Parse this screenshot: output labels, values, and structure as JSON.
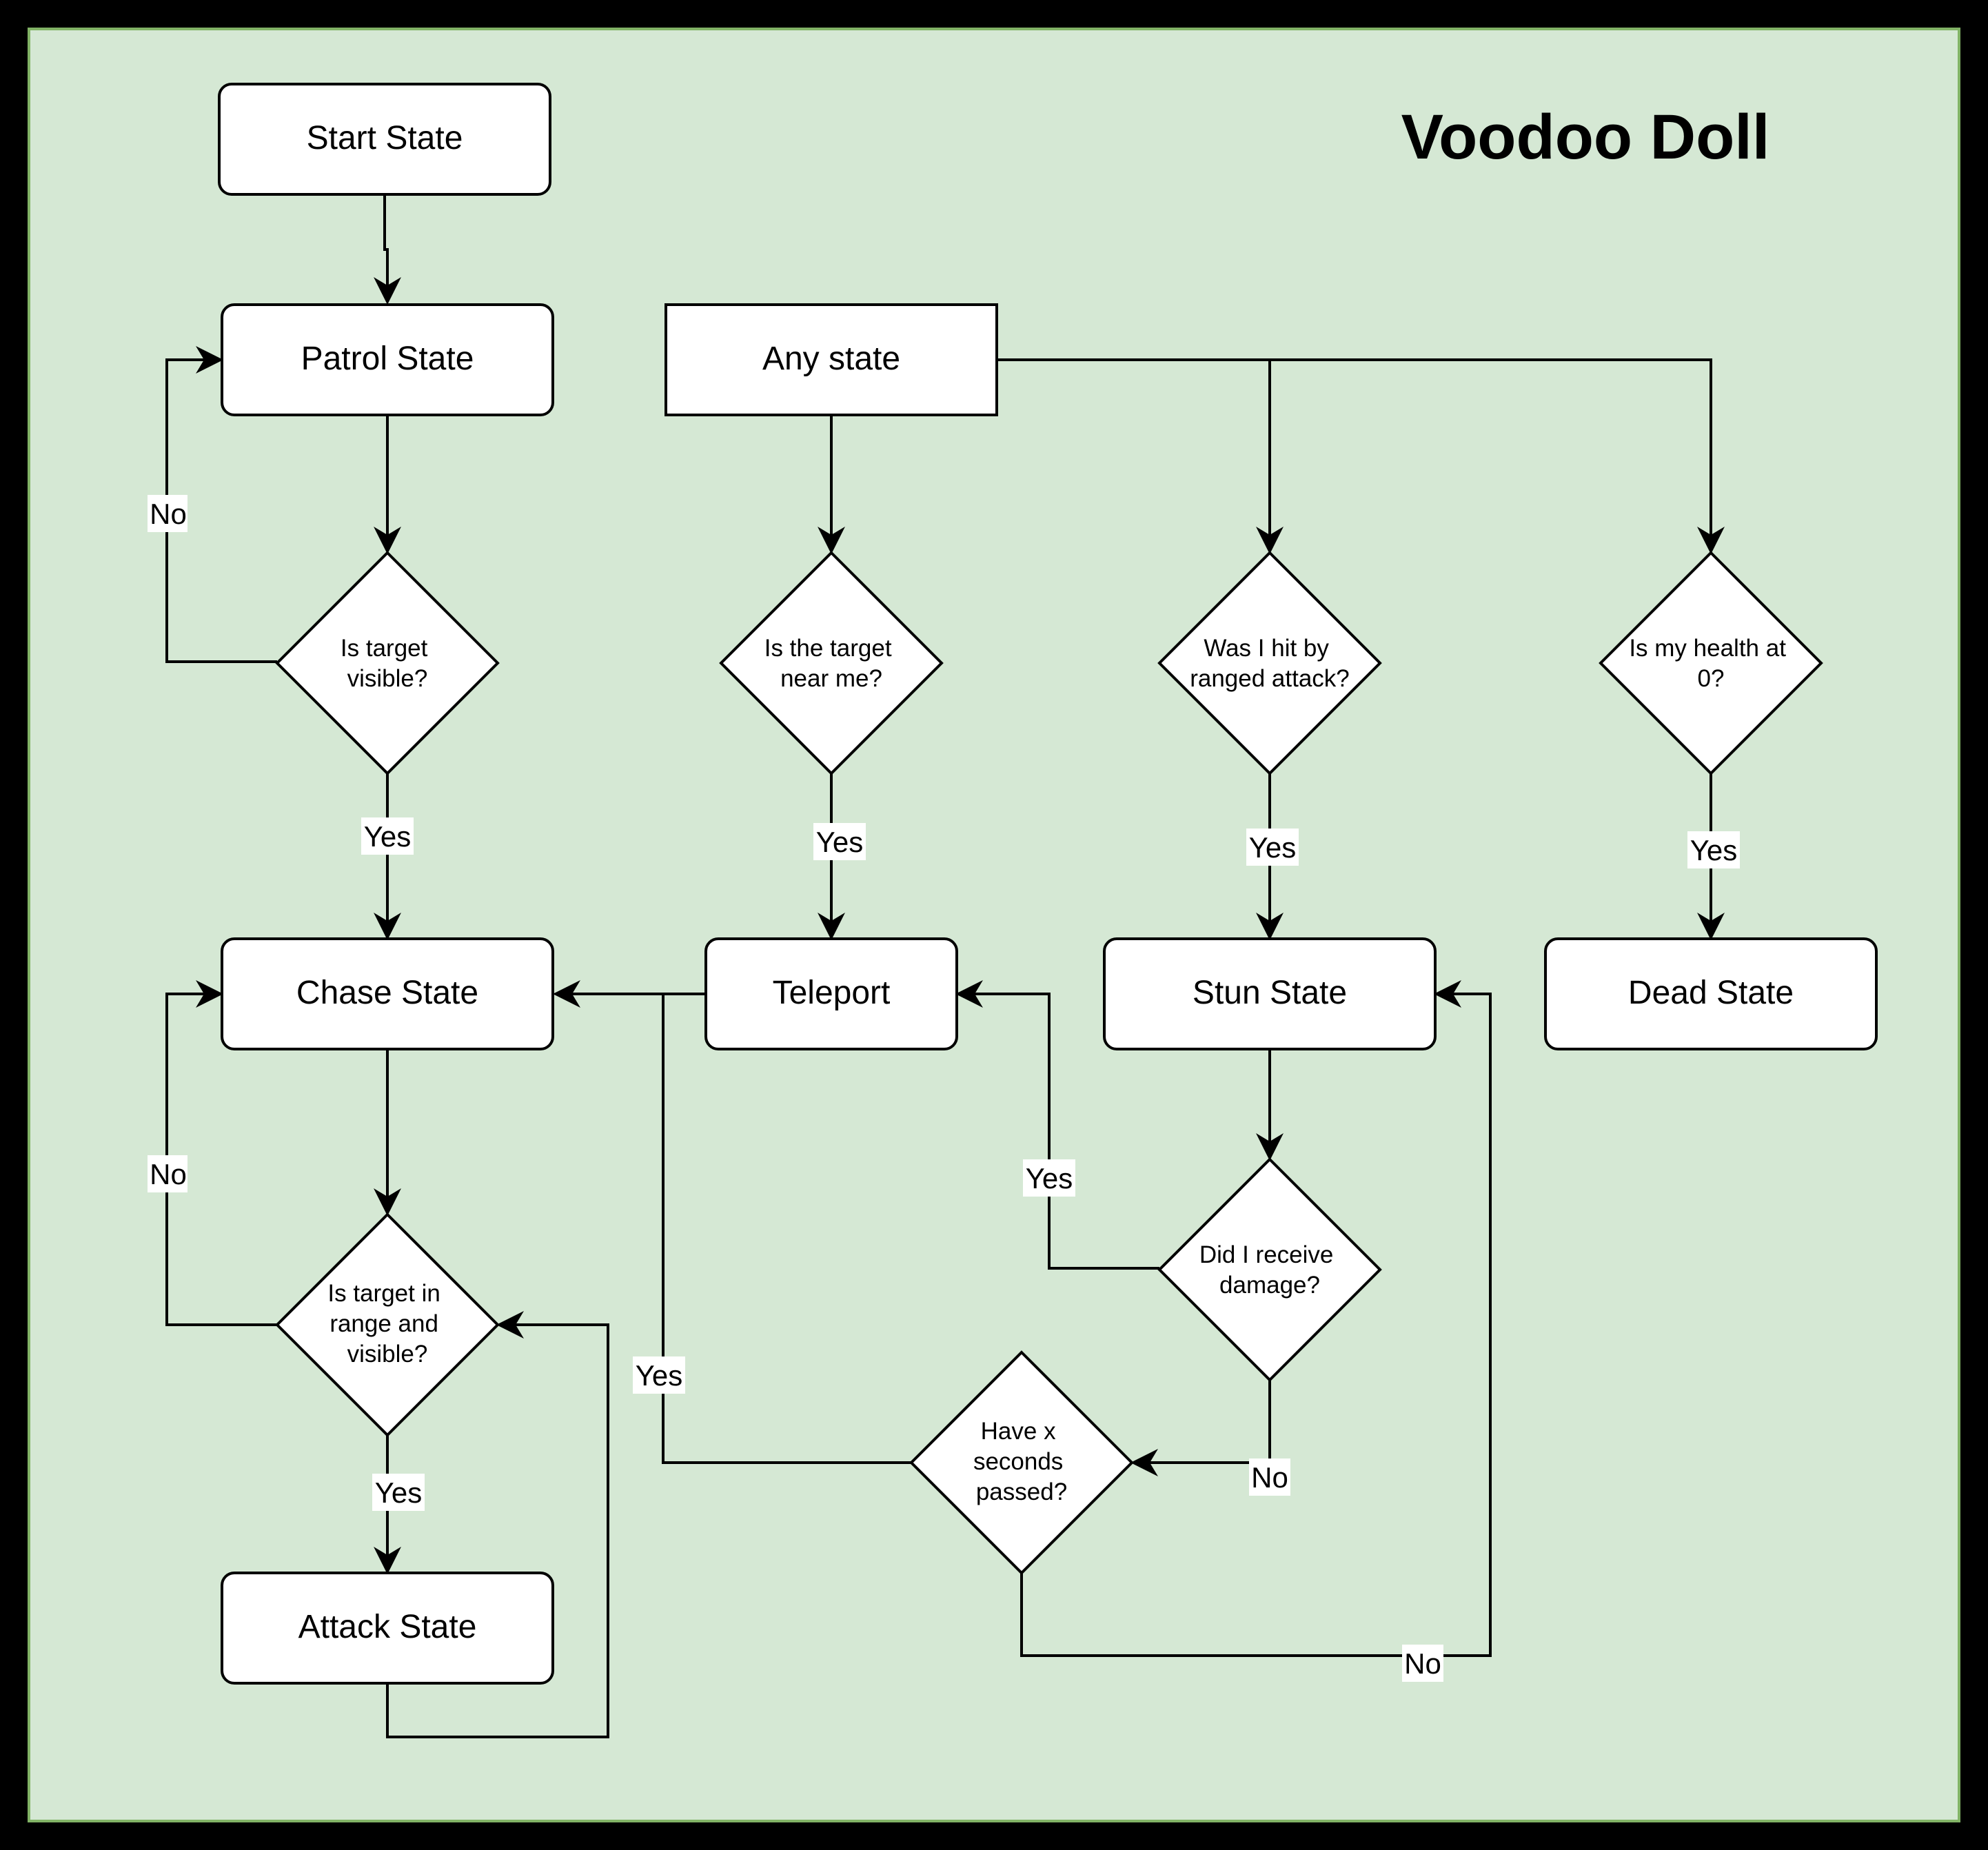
{
  "title": "Voodoo Doll",
  "colors": {
    "background": "#d5e8d4",
    "frame_border": "#82b366",
    "outer": "#000000"
  },
  "nodes": {
    "start": "Start State",
    "patrol": "Patrol State",
    "any": "Any state",
    "chase": "Chase State",
    "teleport": "Teleport",
    "stun": "Stun State",
    "dead": "Dead State",
    "attack": "Attack State",
    "d_visible": [
      "Is target",
      "visible?"
    ],
    "d_near": [
      "Is the target",
      "near me?"
    ],
    "d_ranged": [
      "Was I hit by",
      "ranged attack?"
    ],
    "d_health": [
      "Is my health at",
      "0?"
    ],
    "d_range": [
      "Is target in",
      "range and",
      "visible?"
    ],
    "d_damage": [
      "Did I receive",
      "damage?"
    ],
    "d_seconds": [
      "Have x",
      "seconds",
      "passed?"
    ]
  },
  "edge_labels": {
    "visible_no": "No",
    "visible_yes": "Yes",
    "near_yes": "Yes",
    "ranged_yes": "Yes",
    "health_yes": "Yes",
    "range_no": "No",
    "range_yes": "Yes",
    "damage_yes": "Yes",
    "damage_no": "No",
    "seconds_yes": "Yes",
    "seconds_no": "No"
  }
}
